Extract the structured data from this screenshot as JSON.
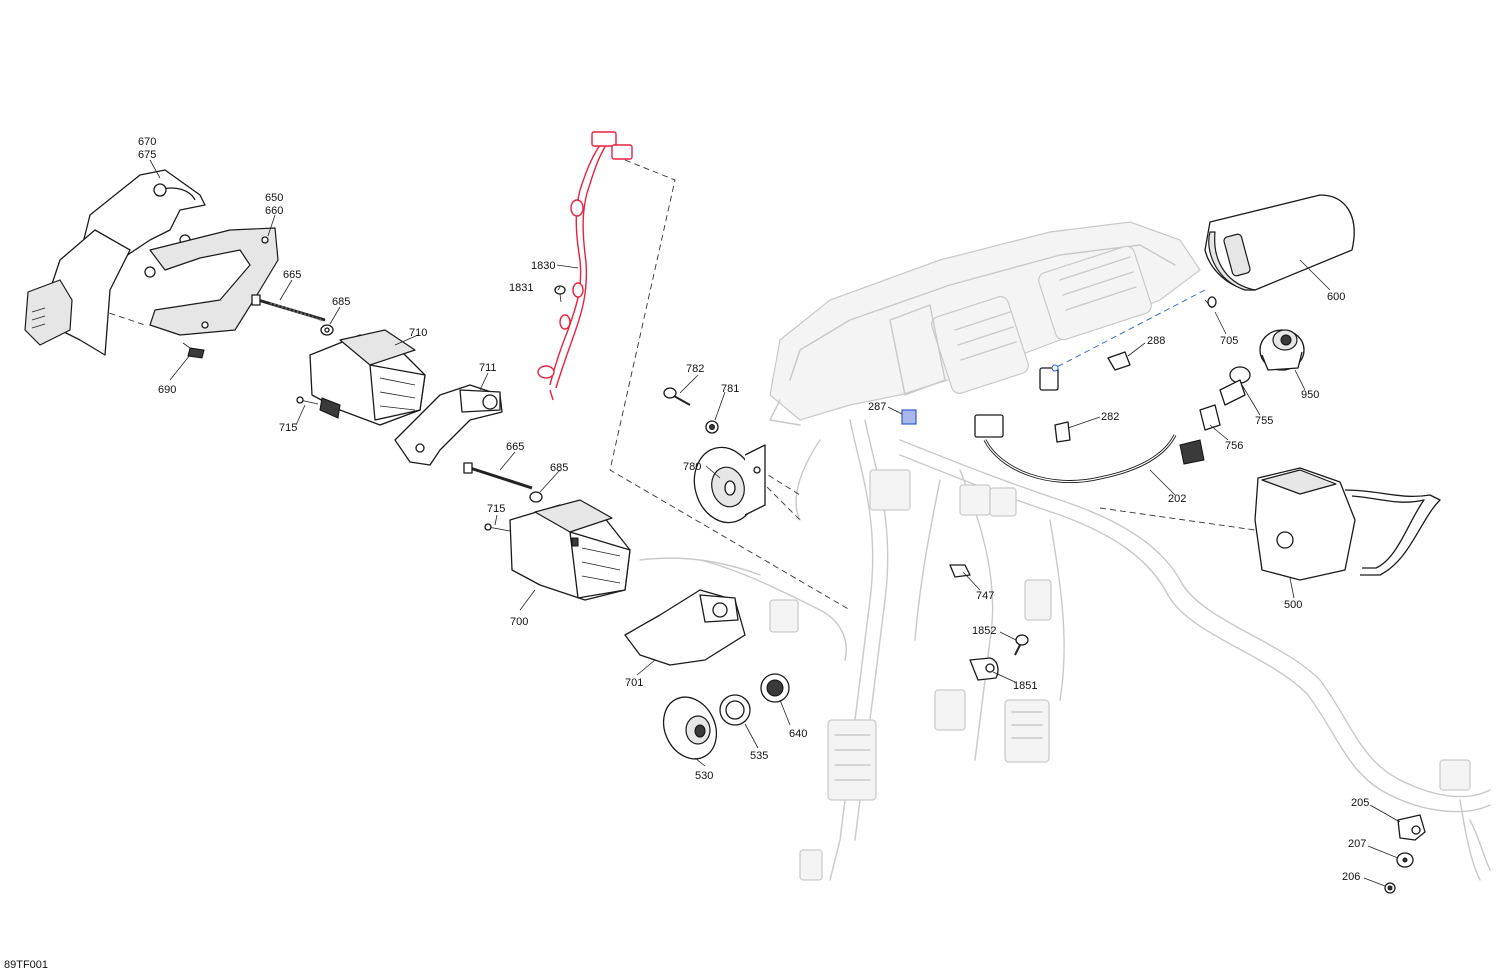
{
  "reference_code": "89TF001",
  "highlight_color": "#e8213f",
  "selection_color": "#2f5bd3",
  "callouts": {
    "c670": "670",
    "c675": "675",
    "c650": "650",
    "c660": "660",
    "c665a": "665",
    "c685a": "685",
    "c690": "690",
    "c710": "710",
    "c711": "711",
    "c715a": "715",
    "c665b": "665",
    "c685b": "685",
    "c715b": "715",
    "c700": "700",
    "c701": "701",
    "c530": "530",
    "c535": "535",
    "c640": "640",
    "c1830": "1830",
    "c1831": "1831",
    "c782": "782",
    "c781": "781",
    "c780": "780",
    "c287": "287",
    "c288": "288",
    "c282": "282",
    "c202": "202",
    "c600": "600",
    "c705": "705",
    "c950": "950",
    "c755": "755",
    "c756": "756",
    "c500": "500",
    "c747": "747",
    "c1852": "1852",
    "c1851": "1851",
    "c205": "205",
    "c207": "207",
    "c206": "206"
  }
}
